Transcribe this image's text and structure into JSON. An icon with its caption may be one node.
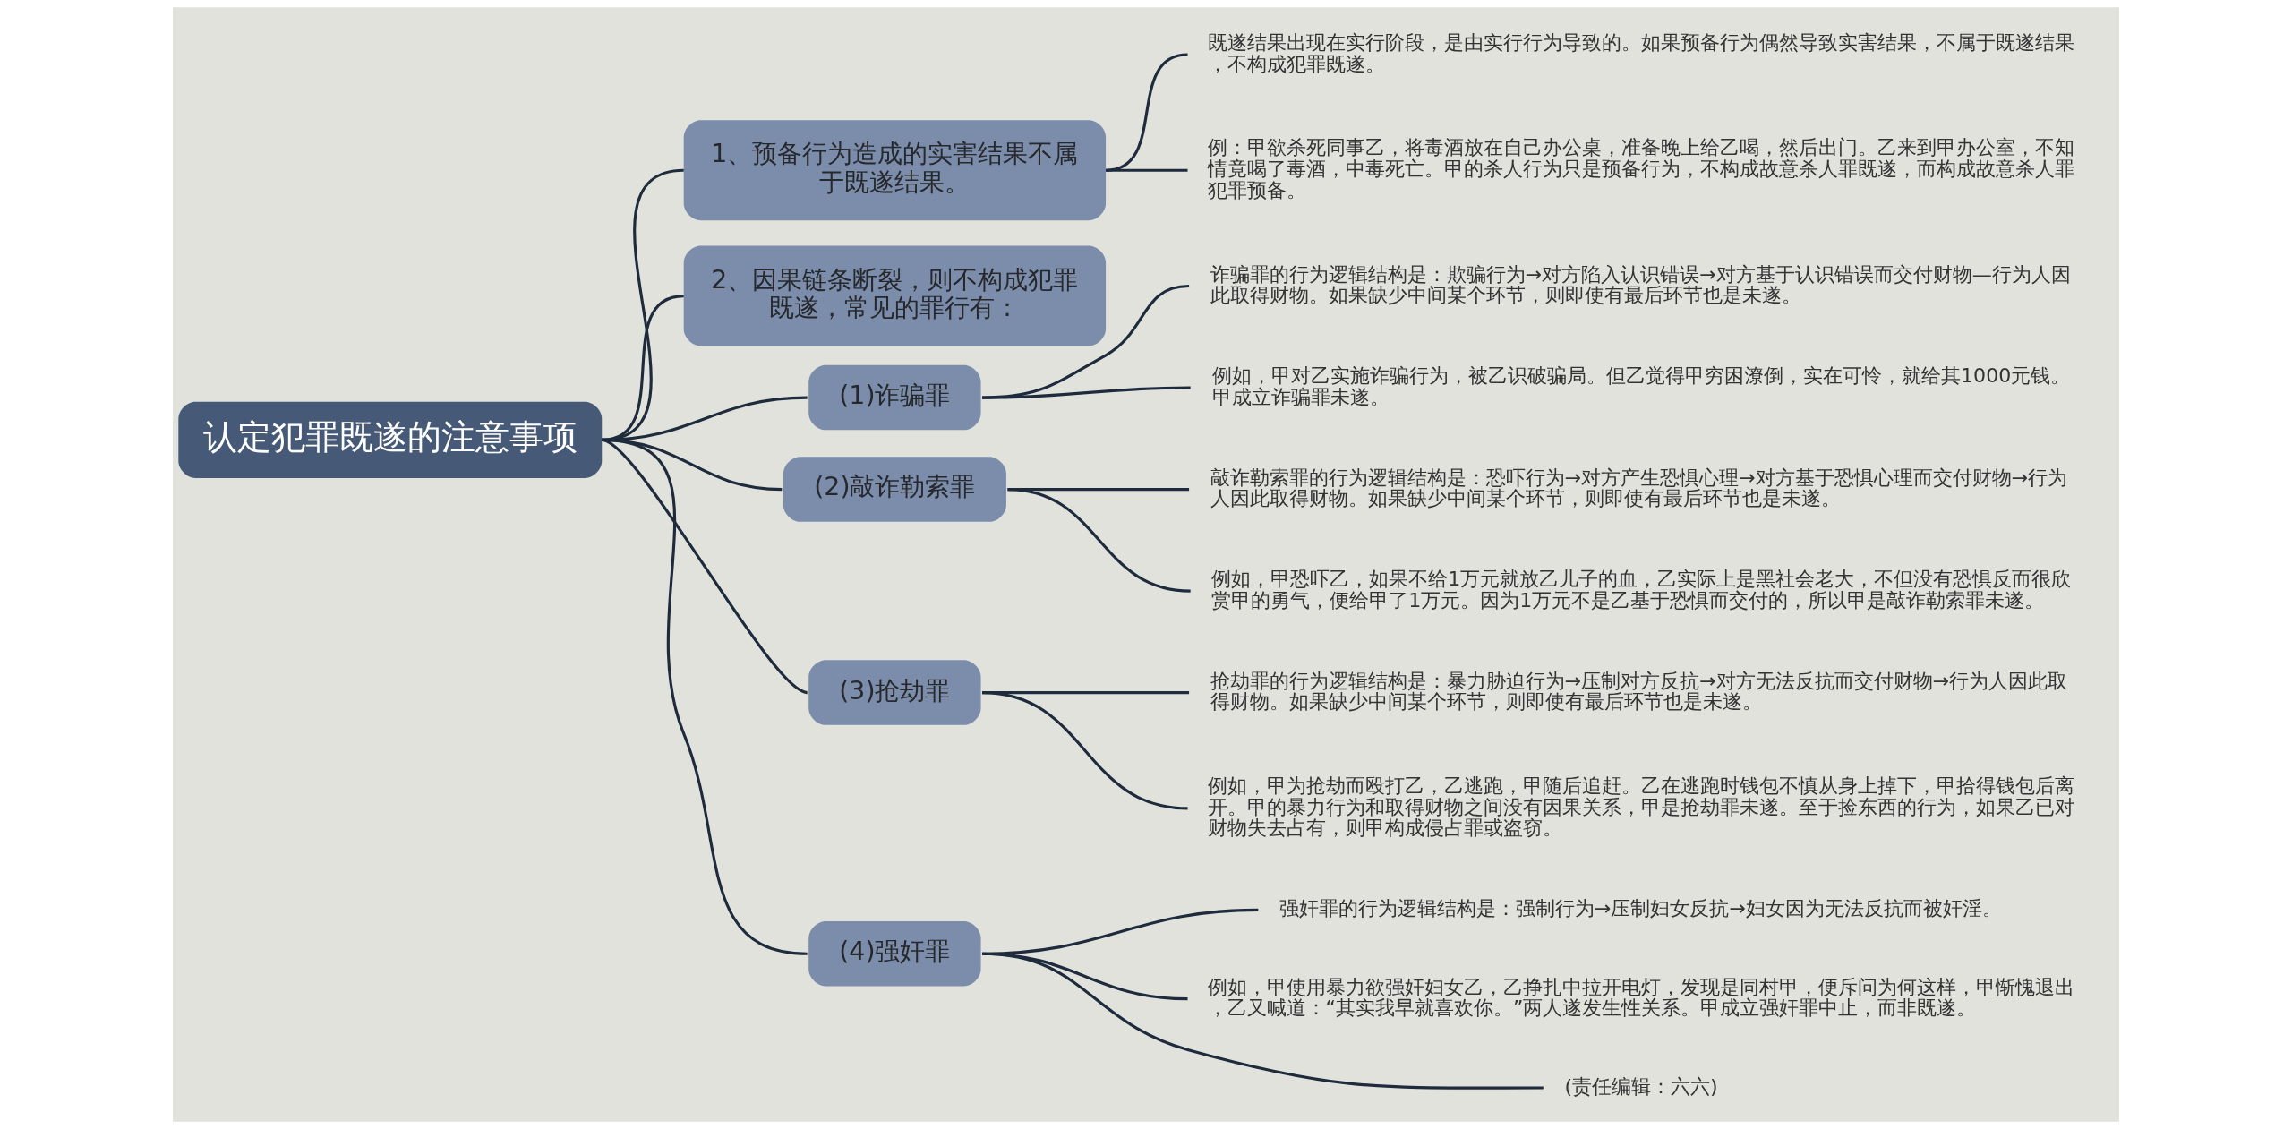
{
  "diagram": {
    "nodes": [
      {
        "text": [
          "认定犯罪既遂的注意事项"
        ]
      },
      {
        "text": [
          "1、预备行为造成的实害结果不属于既遂结果。"
        ]
      },
      {
        "text": [
          "既遂结果出现在实行阶段，是由实行行为导致的。如果预备行为偶然导致实害结果，不属于既遂结果，不构成犯罪既遂。"
        ]
      },
      {
        "text": [
          "例：甲欲杀死同事乙，将毒酒放在自己办公桌，准备晚上给乙喝，然后出门。乙来到甲办公室，不知情竟喝了毒酒，中毒死亡。甲的杀人行为只是预备行为，不构成故意杀人罪既遂，而构成故意杀人罪犯罪预备。"
        ]
      },
      {
        "text": [
          "2、因果链条断裂，则不构成犯罪既遂，常见的罪行有："
        ]
      },
      {
        "text": [
          "(1)诈骗罪"
        ]
      },
      {
        "text": [
          "诈骗罪的行为逻辑结构是：欺骗行为→对方陷入认识错误→对方基于认识错误而交付财物—行为人因此取得财物。如果缺少中间某个环节，则即使有最后环节也是未遂。"
        ]
      },
      {
        "text": [
          "例如，甲对乙实施诈骗行为，被乙识破骗局。但乙觉得甲穷困潦倒，实在可怜，就给其1000元钱。甲成立诈骗罪未遂。"
        ]
      },
      {
        "text": [
          "(2)敲诈勒索罪"
        ]
      },
      {
        "text": [
          "敲诈勒索罪的行为逻辑结构是：恐吓行为→对方产生恐惧心理→对方基于恐惧心理而交付财物→行为人因此取得财物。如果缺少中间某个环节，则即使有最后环节也是未遂。"
        ]
      },
      {
        "text": [
          "例如，甲恐吓乙，如果不给1万元就放乙儿子的血，乙实际上是黑社会老大，不但没有恐惧反而很欣赏甲的勇气，便给甲了1万元。因为1万元不是乙基于恐惧而交付的，所以甲是敲诈勒索罪未遂。"
        ]
      },
      {
        "text": [
          "(3)抢劫罪"
        ]
      },
      {
        "text": [
          "抢劫罪的行为逻辑结构是：暴力胁迫行为→压制对方反抗→对方无法反抗而交付财物→行为人因此取得财物。如果缺少中间某个环节，则即使有最后环节也是未遂。"
        ]
      },
      {
        "text": [
          "例如，甲为抢劫而殴打乙，乙逃跑，甲随后追赶。乙在逃跑时钱包不慎从身上掉下，甲拾得钱包后离开。甲的暴力行为和取得财物之间没有因果关系，甲是抢劫罪未遂。至于捡东西的行为，如果乙已对财物失去占有，则甲构成侵占罪或盗窃。"
        ]
      },
      {
        "text": [
          "(4)强奸罪"
        ]
      },
      {
        "text": [
          "强奸罪的行为逻辑结构是：强制行为→压制妇女反抗→妇女因为无法反抗而被奸淫。"
        ]
      },
      {
        "text": [
          "例如，甲使用暴力欲强奸妇女乙，乙挣扎中拉开电灯，发现是同村甲，便斥问为何这样，甲惭愧退出，乙又喊道：“其实我早就喜欢你。”两人遂发生性关系。甲成立强奸罪中止，而非既遂。"
        ]
      },
      {
        "text": [
          "(责任编辑：六六)"
        ]
      }
    ],
    "edges": [
      {
        "from": 0,
        "to": 1,
        "arrow": "none"
      },
      {
        "from": 1,
        "to": 2,
        "arrow": "none"
      },
      {
        "from": 1,
        "to": 3,
        "arrow": "none"
      },
      {
        "from": 0,
        "to": 4,
        "arrow": "none"
      },
      {
        "from": 0,
        "to": 5,
        "arrow": "none"
      },
      {
        "from": 5,
        "to": 6,
        "arrow": "none"
      },
      {
        "from": 5,
        "to": 7,
        "arrow": "none"
      },
      {
        "from": 0,
        "to": 8,
        "arrow": "none"
      },
      {
        "from": 8,
        "to": 9,
        "arrow": "none"
      },
      {
        "from": 8,
        "to": 10,
        "arrow": "none"
      },
      {
        "from": 0,
        "to": 11,
        "arrow": "none"
      },
      {
        "from": 11,
        "to": 12,
        "arrow": "none"
      },
      {
        "from": 11,
        "to": 13,
        "arrow": "none"
      },
      {
        "from": 0,
        "to": 14,
        "arrow": "none"
      },
      {
        "from": 14,
        "to": 15,
        "arrow": "none"
      },
      {
        "from": 14,
        "to": 16,
        "arrow": "none"
      },
      {
        "from": 14,
        "to": 17,
        "arrow": "none"
      }
    ]
  }
}
